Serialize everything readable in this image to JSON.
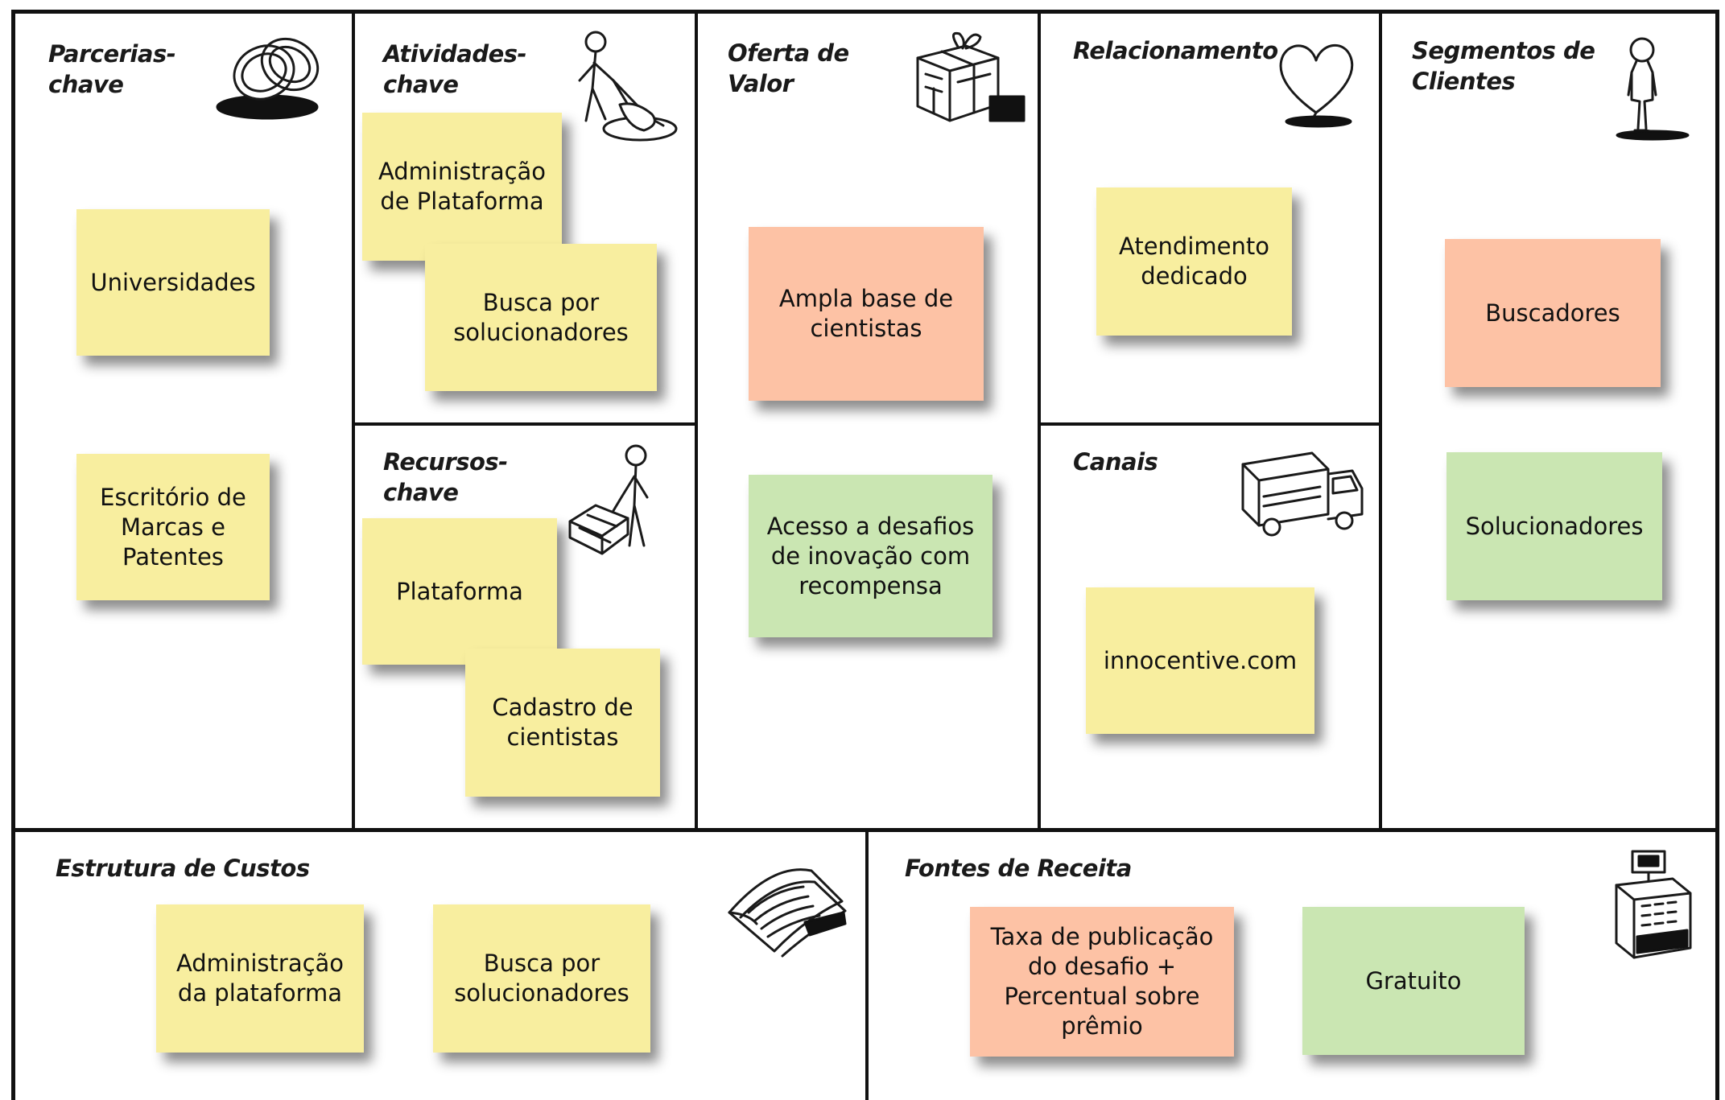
{
  "colors": {
    "yellow": "#f8ee9f",
    "salmon": "#fdc2a5",
    "green": "#cae6b2",
    "line": "#111111"
  },
  "blocks": {
    "key_partners": {
      "title": "Parcerias-\nchave",
      "icon": "rings-icon"
    },
    "key_activities": {
      "title": "Atividades-\nchave",
      "icon": "worker-sweeping-icon"
    },
    "key_resources": {
      "title": "Recursos-\nchave",
      "icon": "worker-machine-icon"
    },
    "value_proposition": {
      "title": "Oferta de\nValor",
      "icon": "gift-icon"
    },
    "relationships": {
      "title": "Relacionamento",
      "icon": "heart-icon"
    },
    "channels": {
      "title": "Canais",
      "icon": "truck-icon"
    },
    "segments": {
      "title": "Segmentos de\nClientes",
      "icon": "person-icon"
    },
    "costs": {
      "title": "Estrutura de Custos",
      "icon": "papers-icon"
    },
    "revenue": {
      "title": "Fontes de Receita",
      "icon": "cash-register-icon"
    }
  },
  "notes": {
    "partners_1": {
      "text": "Universidades",
      "color": "yellow"
    },
    "partners_2": {
      "text": "Escritório de\nMarcas e\nPatentes",
      "color": "yellow"
    },
    "activities_1": {
      "text": "Administração\nde Plataforma",
      "color": "yellow"
    },
    "activities_2": {
      "text": "Busca por\nsolucionadores",
      "color": "yellow"
    },
    "resources_1": {
      "text": "Plataforma",
      "color": "yellow"
    },
    "resources_2": {
      "text": "Cadastro de\ncientistas",
      "color": "yellow"
    },
    "value_1": {
      "text": "Ampla base de\ncientistas",
      "color": "salmon"
    },
    "value_2": {
      "text": "Acesso a desafios\nde inovação com\nrecompensa",
      "color": "green"
    },
    "relationship_1": {
      "text": "Atendimento\ndedicado",
      "color": "yellow"
    },
    "channels_1": {
      "text": "innocentive.com",
      "color": "yellow"
    },
    "segments_1": {
      "text": "Buscadores",
      "color": "salmon"
    },
    "segments_2": {
      "text": "Solucionadores",
      "color": "green"
    },
    "costs_1": {
      "text": "Administração\nda plataforma",
      "color": "yellow"
    },
    "costs_2": {
      "text": "Busca por\nsolucionadores",
      "color": "yellow"
    },
    "revenue_1": {
      "text": "Taxa de publicação\ndo desafio +\nPercentual sobre\nprêmio",
      "color": "salmon"
    },
    "revenue_2": {
      "text": "Gratuito",
      "color": "green"
    }
  }
}
